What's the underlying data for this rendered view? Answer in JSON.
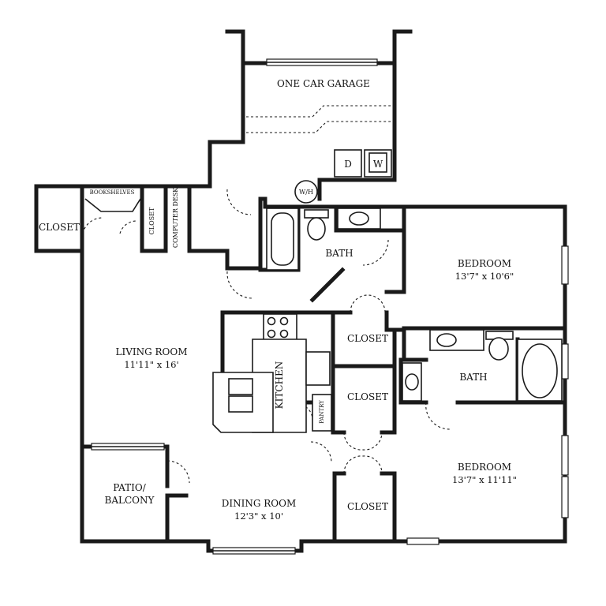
{
  "rooms": {
    "garage": "ONE CAR GARAGE",
    "dryer": "D",
    "washer": "W",
    "water_heater": "W/H",
    "bookshelves": "BOOKSHELVES",
    "closet_left": "CLOSET",
    "closet_small": "CLOSET",
    "computer_desk": "COMPUTER DESK",
    "bath_upper": "BATH",
    "bedroom_upper": "BEDROOM",
    "bedroom_upper_dim": "13'7\" x 10'6\"",
    "living_room": "LIVING ROOM",
    "living_room_dim": "11'11\" x 16'",
    "kitchen": "KITCHEN",
    "pantry": "PANTRY",
    "closet_center_top": "CLOSET",
    "closet_center_mid": "CLOSET",
    "closet_center_bottom": "CLOSET",
    "bath_lower": "BATH",
    "bedroom_lower": "BEDROOM",
    "bedroom_lower_dim": "13'7\" x 11'11\"",
    "patio": "PATIO/",
    "balcony": "BALCONY",
    "dining_room": "DINING ROOM",
    "dining_room_dim": "12'3\" x 10'"
  }
}
